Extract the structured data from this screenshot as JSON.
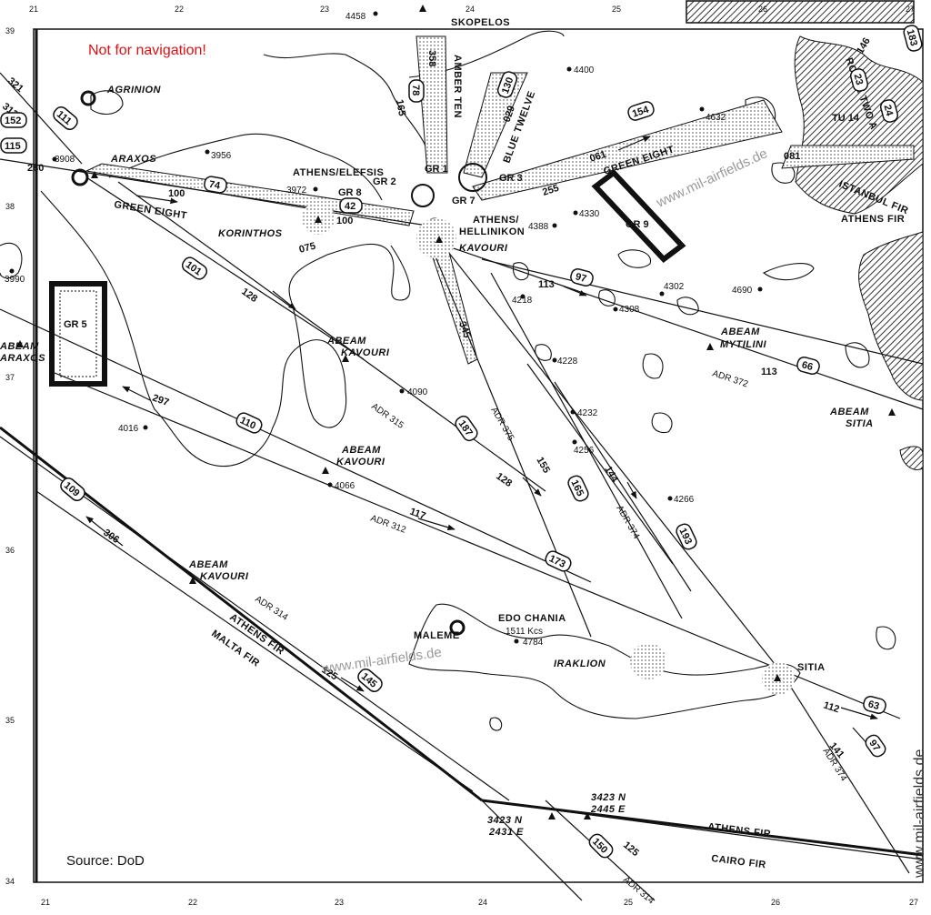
{
  "notice": "Not for navigation!",
  "source": "Source: DoD",
  "watermarks": [
    "www.mil-airfields.de",
    "www.mil-airfields.de",
    "www.mil-airfields.de"
  ],
  "grid": {
    "top": [
      "21",
      "22",
      "23",
      "24",
      "25",
      "26",
      "27"
    ],
    "bottom": [
      "21",
      "22",
      "23",
      "24",
      "25",
      "26",
      "27"
    ],
    "left": [
      "39",
      "38",
      "37",
      "36",
      "35",
      "34"
    ]
  },
  "places": {
    "agrinion": "AGRINION",
    "araxos": "ARAXOS",
    "korinthos": "KORINTHOS",
    "elefsis": "ATHENS/ELEFSIS",
    "hellinikon_1": "ATHENS/",
    "hellinikon_2": "HELLINIKON",
    "kavouri": "KAVOURI",
    "skopelos": "SKOPELOS",
    "edo_chania": "EDO CHANIA",
    "kcs": "1511 Kcs",
    "maleme": "MALEME",
    "iraklion": "IRAKLION",
    "sitia": "SITIA",
    "abeam": "ABEAM",
    "abeam_araxos_1": "ABEAM",
    "abeam_araxos_2": "ARAXOS",
    "abeam_kavouri_1": "KAVOURI",
    "abeam_kavouri_2": "KAVOURI",
    "abeam_kavouri_3": "KAVOURI",
    "abeam_mytilini": "MYTILINI",
    "abeam_sitia": "SITIA",
    "athens_fir": "ATHENS FIR",
    "athens_fir_sw": "ATHENS FIR",
    "athens_fir_s": "ATHENS FIR",
    "malta_fir": "MALTA FIR",
    "cairo_fir": "CAIRO FIR",
    "istanbul_fir": "ISTANBUL FIR",
    "coord_a_1": "3423 N",
    "coord_a_2": "2431 E",
    "coord_b_1": "3423 N",
    "coord_b_2": "2445 E"
  },
  "airways": {
    "green_eight_w": "GREEN EIGHT",
    "green_eight_e": "GREEN EIGHT",
    "amber_ten": "AMBER TEN",
    "blue_twelve": "BLUE TWELVE",
    "route_two_a": "ROUTE TWO A",
    "tu14": "TU 14",
    "adr315": "ADR 315",
    "adr375": "ADR 375",
    "adr374": "ADR 374",
    "adr374b": "ADR 374",
    "adr312": "ADR 312",
    "adr314": "ADR 314",
    "adr314b": "ADR 314",
    "adr372": "ADR 372"
  },
  "restricted": {
    "gr5": "GR 5",
    "gr9": "GR 9",
    "gr8": "GR 8",
    "gr2": "GR 2",
    "gr7": "GR 7",
    "gr3": "GR 3",
    "gr1": "GR 1"
  },
  "bearings": {
    "b280": "280",
    "b100a": "100",
    "b100b": "100",
    "b075": "075",
    "b128a": "128",
    "b128b": "128",
    "b297": "297",
    "b306": "306",
    "b117": "117",
    "b125a": "125",
    "b125b": "125",
    "b155": "155",
    "b144": "144",
    "b345": "345",
    "b113a": "113",
    "b113b": "113",
    "b255": "255",
    "b061": "061",
    "b029": "029",
    "b358": "358",
    "b165": "165",
    "b112": "112",
    "b141": "141",
    "b321": "321",
    "b313": "313",
    "b081": "081",
    "b146": "146"
  },
  "badges": {
    "r111": "111",
    "r152": "152",
    "r115": "115",
    "r74": "74",
    "r42": "42",
    "r101": "101",
    "r110": "110",
    "r109": "109",
    "r187": "187",
    "r165": "165",
    "r193": "193",
    "r173": "173",
    "r145": "145",
    "r150": "150",
    "r63": "63",
    "r97a": "97",
    "r97b": "97",
    "r66": "66",
    "r154": "154",
    "r130": "130",
    "r78": "78",
    "r23": "23",
    "r24": "24",
    "r183": "183"
  },
  "elevations": {
    "e4458": "4458",
    "e3908": "3908",
    "e3956": "3956",
    "e3972": "3972",
    "e3990": "3990",
    "e4016": "4016",
    "e4066": "4066",
    "e4090": "4090",
    "e4218": "4218",
    "e4228": "4228",
    "e4232": "4232",
    "e4256": "4256",
    "e4266": "4266",
    "e4302": "4302",
    "e4308": "4308",
    "e4330": "4330",
    "e4388": "4388",
    "e4400": "4400",
    "e4632": "4632",
    "e4690": "4690",
    "e4784": "4784"
  },
  "colors": {
    "ink": "#111111",
    "warning": "#e01010",
    "land_hatch": "#555555",
    "shade": "#cfcfcf"
  }
}
